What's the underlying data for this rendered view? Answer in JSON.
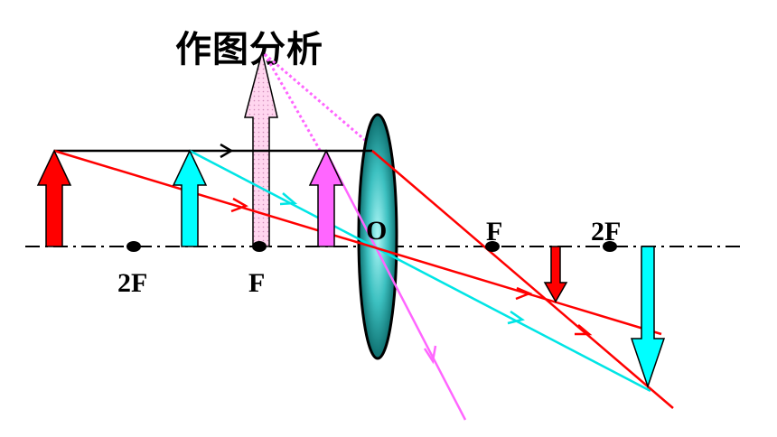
{
  "title": "作图分析",
  "labels": {
    "left_2f": "2F",
    "left_f": "F",
    "optical_center": "O",
    "right_f": "F",
    "right_2f": "2F"
  },
  "colors": {
    "red_object": "#ff0000",
    "cyan_object": "#00ffff",
    "magenta_object": "#ff66ff",
    "virtual_image_fill": "#ffccee",
    "lens": "#2aa8a8",
    "ray_red": "#ff0000",
    "ray_cyan": "#00e5e5",
    "ray_magenta": "#ff66ff",
    "dotted_extension": "#ff66ff",
    "axis": "#000000"
  }
}
